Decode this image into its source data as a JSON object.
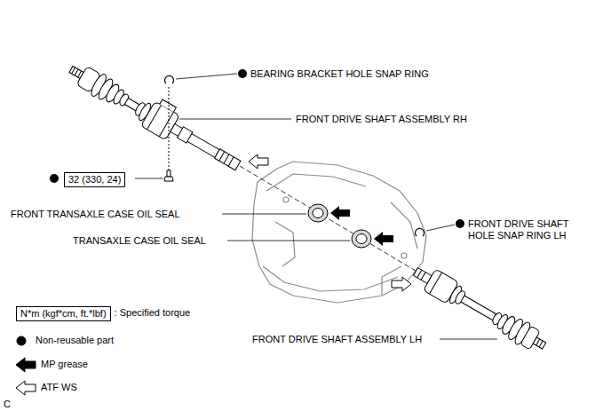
{
  "diagram": {
    "nodes": [
      {
        "text": [
          "32 (330, 24)"
        ]
      },
      {
        "text": [
          "N*m (kgf*cm, ft.*lbf)"
        ]
      }
    ],
    "labels": [
      "BEARING BRACKET HOLE SNAP RING",
      "FRONT DRIVE SHAFT ASSEMBLY RH",
      "FRONT TRANSAXLE CASE OIL SEAL",
      "TRANSAXLE CASE OIL SEAL",
      "FRONT DRIVE SHAFT HOLE SNAP RING LH",
      "FRONT DRIVE SHAFT ASSEMBLY LH",
      "C"
    ],
    "legend": [
      {
        "text": ": Specified torque"
      },
      {
        "text": "Non-reusable part"
      },
      {
        "text": "MP grease"
      },
      {
        "text": "ATF WS"
      }
    ]
  }
}
